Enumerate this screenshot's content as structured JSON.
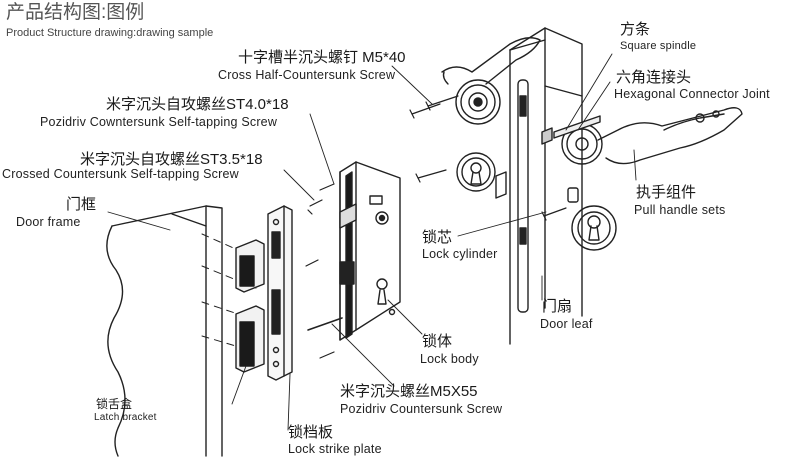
{
  "title": {
    "zh": "产品结构图:图例",
    "en": "Product Structure drawing:drawing sample"
  },
  "parts": {
    "cross_half_countersunk_screw": {
      "zh": "十字槽半沉头螺钉 M5*40",
      "en": "Cross Half-Countersunk Screw"
    },
    "pozidriv_self_tapping_screw": {
      "zh": "米字沉头自攻螺丝ST4.0*18",
      "en": "Pozidriv Cowntersunk Self-tapping Screw"
    },
    "crossed_self_tapping_screw": {
      "zh": "米字沉头自攻螺丝ST3.5*18",
      "en": "Crossed Countersunk Self-tapping Screw"
    },
    "door_frame": {
      "zh": "门框",
      "en": "Door frame"
    },
    "square_spindle": {
      "zh": "方条",
      "en": "Square spindle"
    },
    "hexagonal_connector_joint": {
      "zh": "六角连接头",
      "en": "Hexagonal Connector Joint"
    },
    "pull_handle_sets": {
      "zh": "执手组件",
      "en": "Pull handle sets"
    },
    "lock_cylinder": {
      "zh": "锁芯",
      "en": "Lock cylinder"
    },
    "door_leaf": {
      "zh": "门扇",
      "en": "Door leaf"
    },
    "lock_body": {
      "zh": "锁体",
      "en": "Lock body"
    },
    "pozidriv_countersunk_screw": {
      "zh": "米字沉头螺丝M5X55",
      "en": "Pozidriv Countersunk Screw"
    },
    "latch_bracket": {
      "zh": "锁舌盒",
      "en": "Latch bracket"
    },
    "lock_strike_plate": {
      "zh": "锁档板",
      "en": "Lock strike plate"
    }
  }
}
